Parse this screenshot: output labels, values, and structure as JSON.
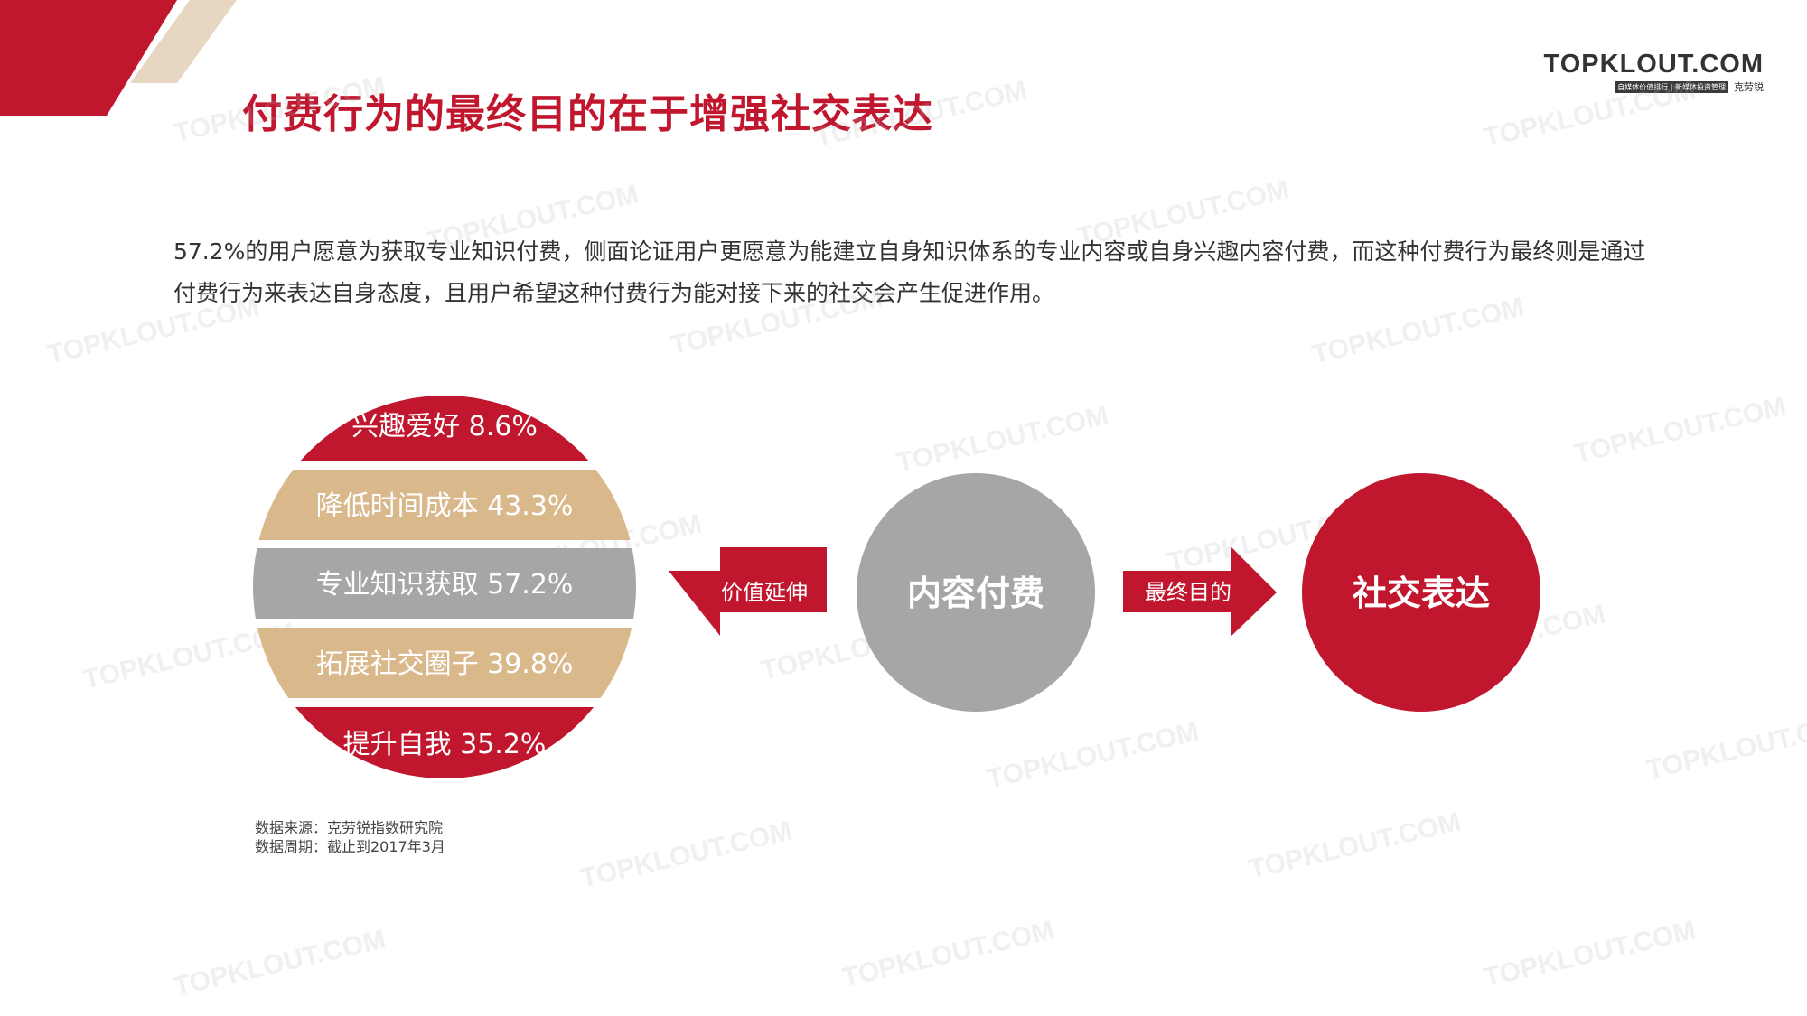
{
  "header": {
    "title": "付费行为的最终目的在于增强社交表达",
    "logo_main": "TOPKLOUT.COM",
    "logo_tagline": "自媒体价值排行 | 新媒体投资管理",
    "logo_cn": "克劳锐"
  },
  "intro_text": "57.2%的用户愿意为获取专业知识付费，侧面论证用户更愿意为能建立自身知识体系的专业内容或自身兴趣内容付费，而这种付费行为最终则是通过付费行为来表达自身态度，且用户希望这种付费行为能对接下来的社交会产生促进作用。",
  "segments": [
    {
      "label": "兴趣爱好 8.6%",
      "color": "#c0172f"
    },
    {
      "label": "降低时间成本 43.3%",
      "color": "#d9b88c"
    },
    {
      "label": "专业知识获取  57.2%",
      "color": "#a6a6a6"
    },
    {
      "label": "拓展社交圈子  39.8%",
      "color": "#d9b88c"
    },
    {
      "label": "提升自我 35.2%",
      "color": "#c0172f"
    }
  ],
  "left_arrow_label": "价值延伸",
  "center_node": {
    "label": "内容付费",
    "color": "#a6a6a6"
  },
  "right_arrow_label": "最终目的",
  "right_node": {
    "label": "社交表达",
    "color": "#c0172f"
  },
  "arrow_color": "#c0172f",
  "source": {
    "line1": "数据来源：克劳锐指数研究院",
    "line2": "数据周期：截止到2017年3月"
  },
  "watermark_text": "TOPKLOUT.COM"
}
